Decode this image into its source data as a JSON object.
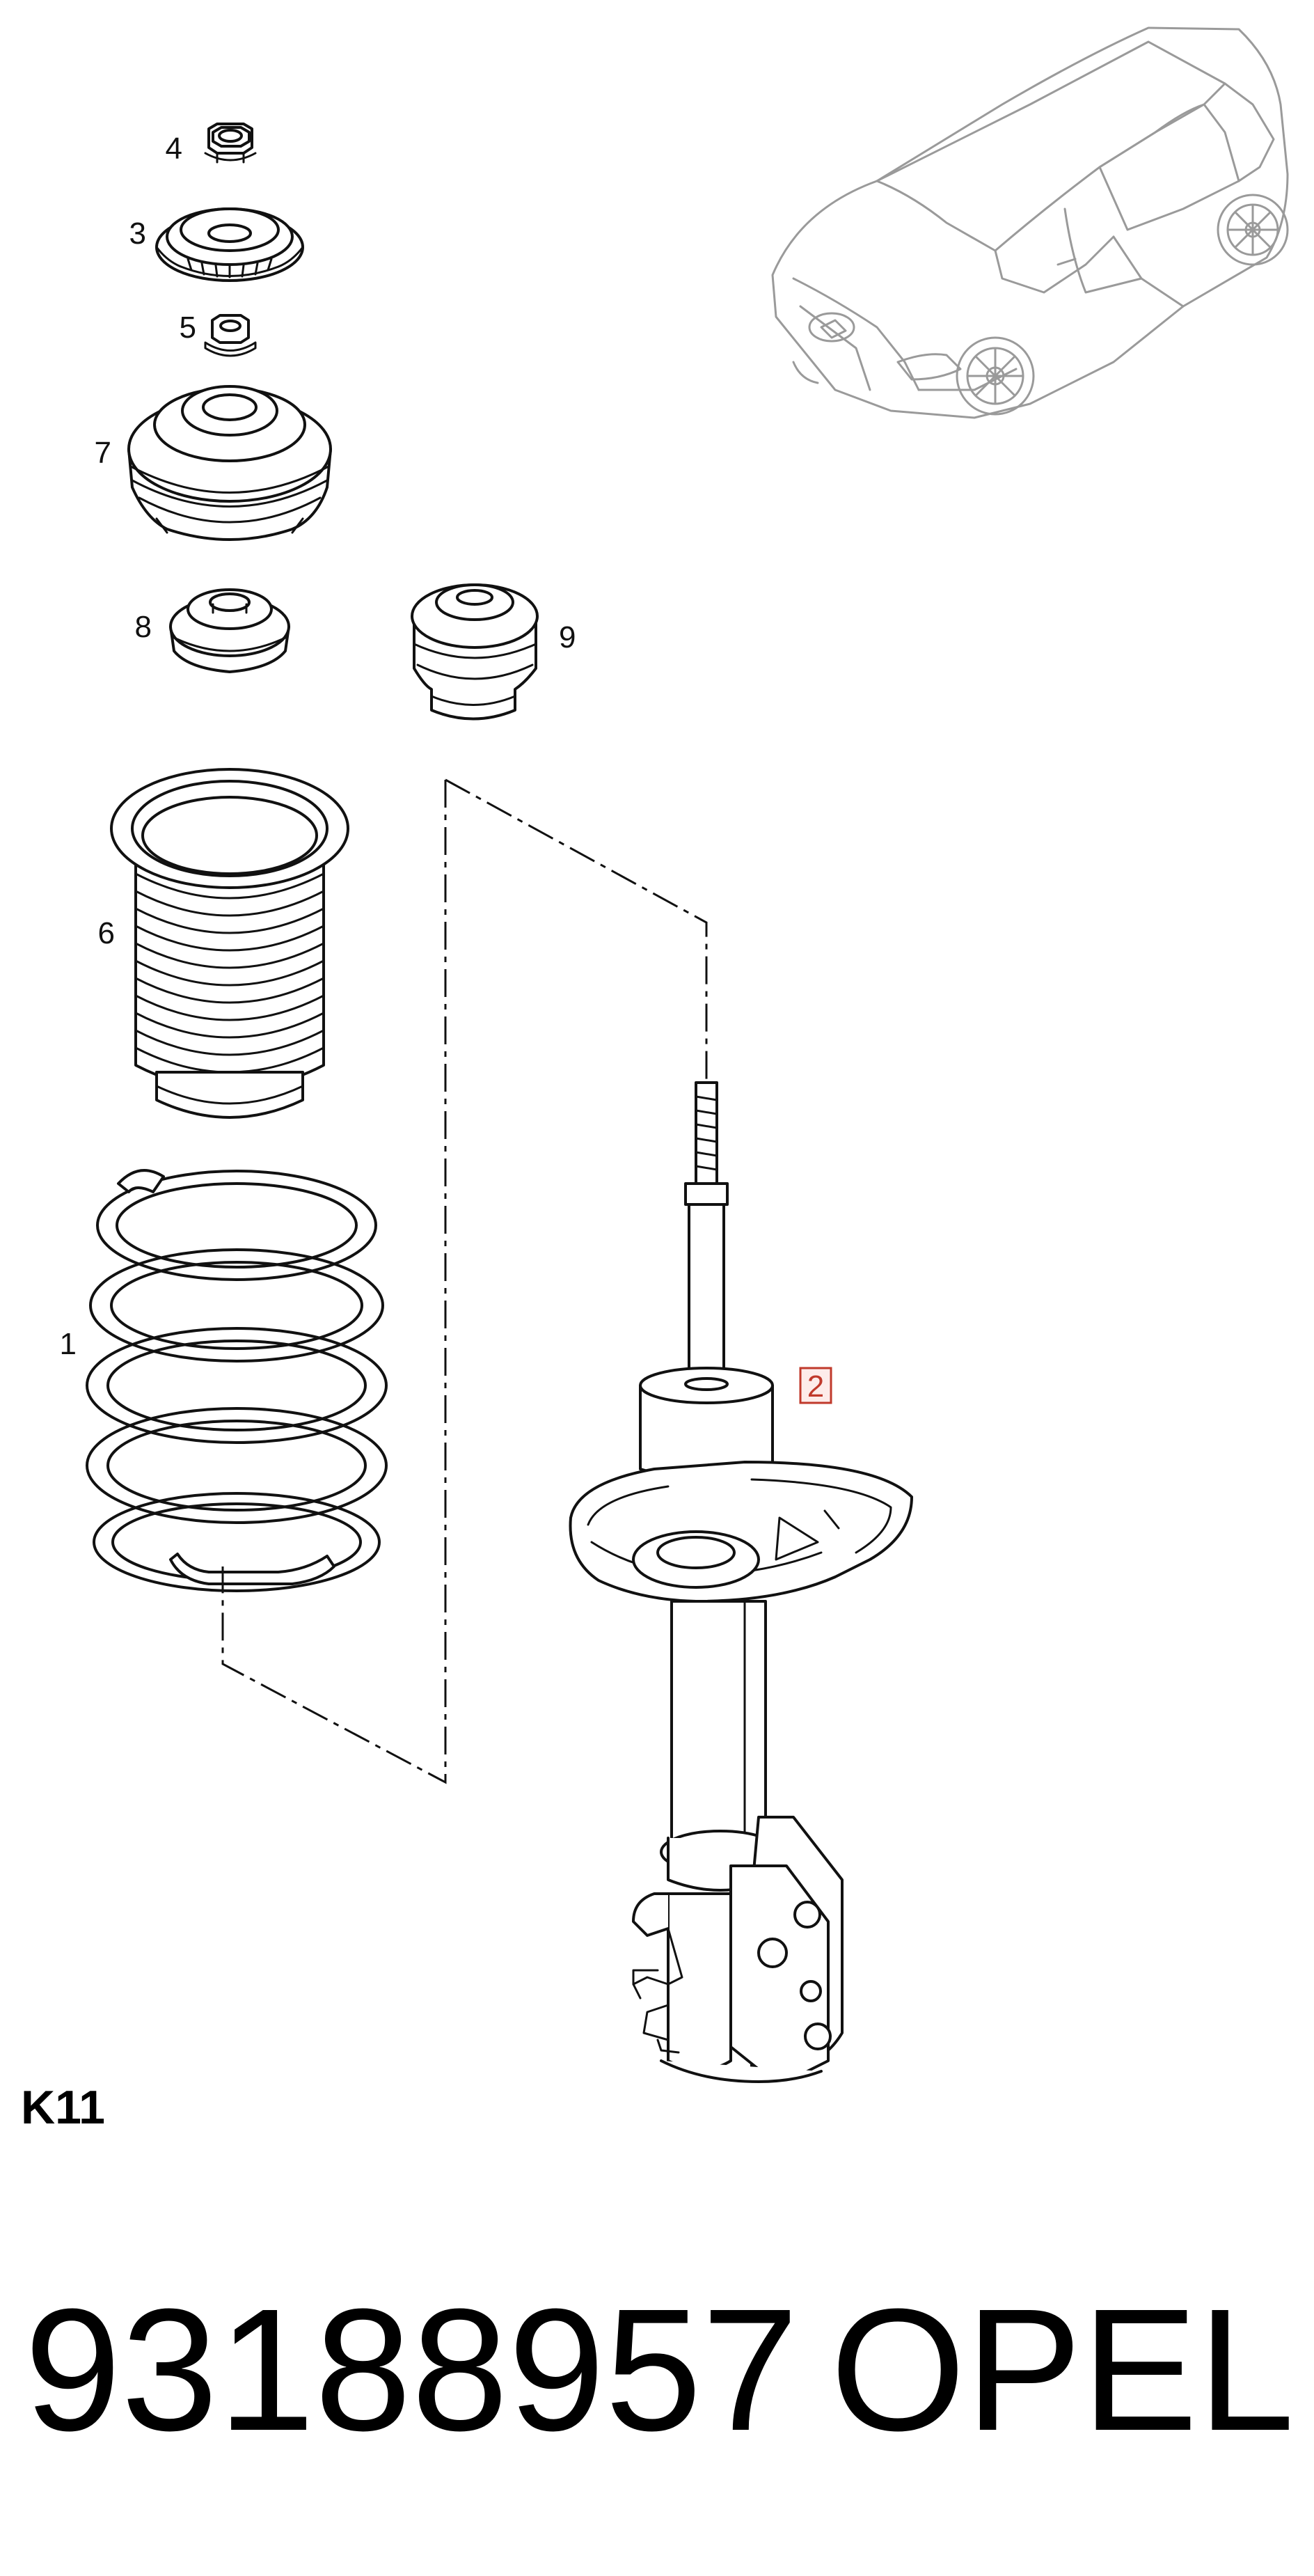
{
  "diagram": {
    "part_labels": {
      "p1": "1",
      "p2": "2",
      "p3": "3",
      "p4": "4",
      "p5": "5",
      "p6": "6",
      "p7": "7",
      "p8": "8",
      "p9": "9"
    },
    "highlighted_part": "2",
    "highlight_color": "#c0392b",
    "section_code": "K11",
    "part_number": "93188957",
    "brand": "OPEL"
  }
}
